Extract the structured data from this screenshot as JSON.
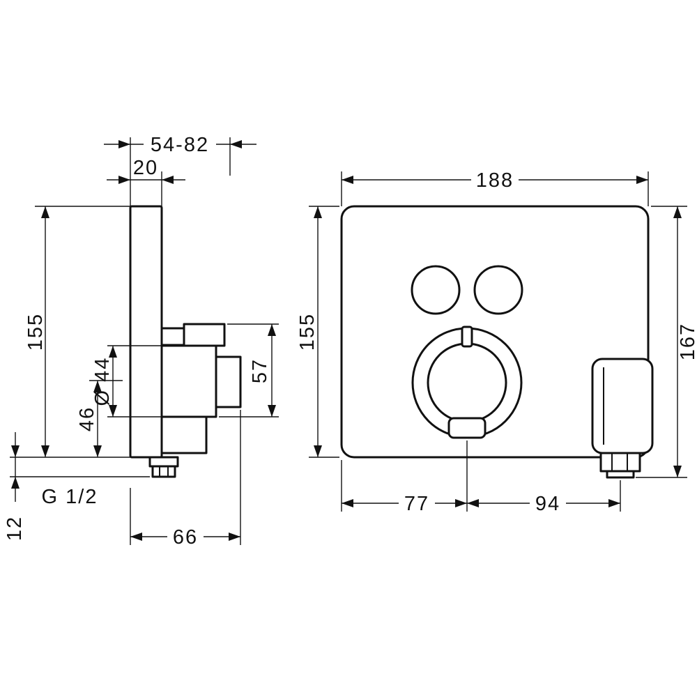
{
  "colors": {
    "line": "#111111",
    "background": "#ffffff"
  },
  "side_view": {
    "dims": {
      "install_depth_range": "54-82",
      "plate_thickness": "20",
      "height": "155",
      "handle_diameter": "Ø 44",
      "axis_from_bottom": "46",
      "protrusion_height": "57",
      "thread": "G 1/2",
      "outlet_protrusion": "12",
      "total_depth": "66"
    }
  },
  "front_view": {
    "dims": {
      "width": "188",
      "height": "155",
      "overall_height": "167",
      "dial_axis_from_left": "77",
      "holder_axis_from_dial": "94"
    }
  }
}
